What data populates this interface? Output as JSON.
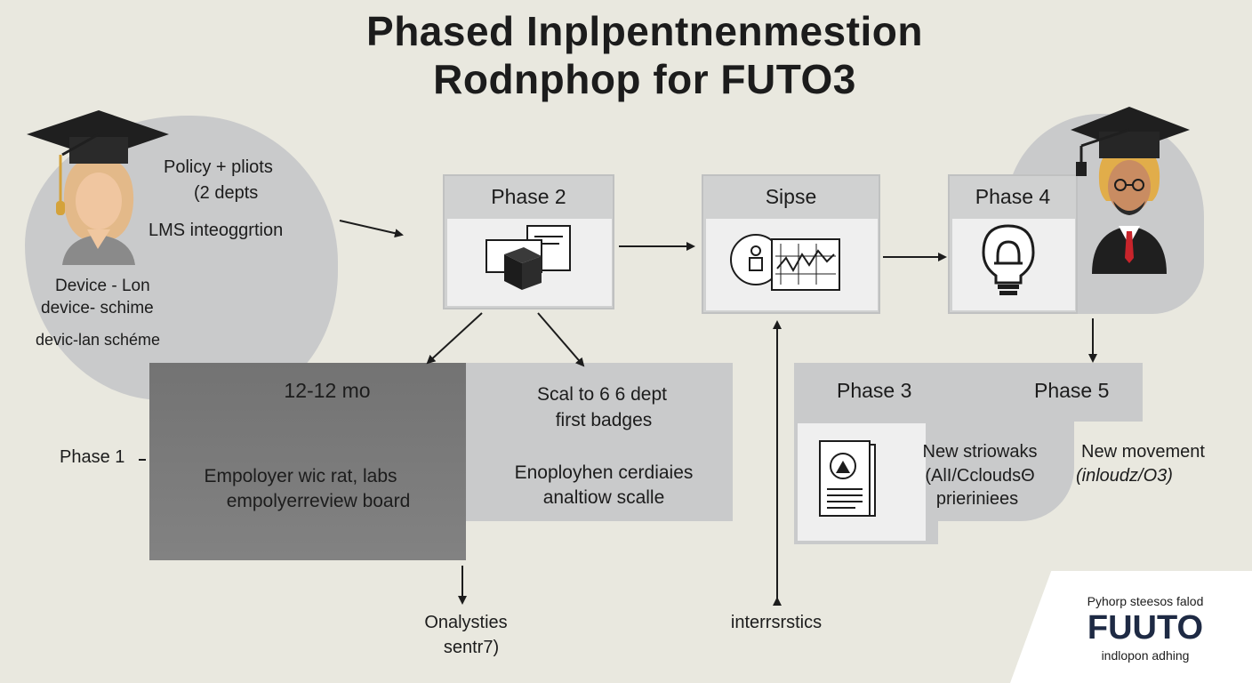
{
  "title": {
    "line1": "Phased Inplpentnenmestion",
    "line2": "Rodnphop for FUTO3"
  },
  "left_blob": {
    "policy_line1": "Policy + pliots",
    "policy_line2": "(2 depts",
    "lms": "LMS inteoggrtion",
    "device_line1": "Device - Lon",
    "device_line2": "device- schime",
    "device_line3": "devic-lan schéme"
  },
  "phase1": {
    "label": "Phase 1",
    "duration": "12-12 mo",
    "employer_line1": "Empoloyer wic rat,  labs",
    "employer_line2": "empolyerreview board"
  },
  "phase2": {
    "title": "Phase  2",
    "scale_line1": "Scal to 6  6 dept",
    "scale_line2": "first badges",
    "enop_line1": "Enoployhen cerdiaies",
    "enop_line2": "analtiow scalle"
  },
  "sipse": {
    "title": "Sipse"
  },
  "phase4": {
    "title": "Phase 4"
  },
  "phase35": {
    "phase3": "Phase 3",
    "phase5": "Phase 5",
    "new_line1": "New striowaks",
    "new_line2": "(AlI/CcloudsΘ",
    "new_line3": "prieriniees",
    "movement_line1": "New movement",
    "movement_line2": "(inloudz/O3)"
  },
  "bottom": {
    "onalysties_line1": "Onalysties",
    "onalysties_line2": "sentr7)",
    "interrsrstics": "interrsrstics"
  },
  "brand": {
    "tagline": "Pyhorp steesos falod",
    "name": "FUUTO",
    "subline": "indlopon adhing"
  },
  "colors": {
    "background": "#e9e8df",
    "blob": "#c9cacb",
    "phase1_dark": "#7c7c7c",
    "card_header": "#d0d1d1",
    "brand_navy": "#1e2a44"
  }
}
